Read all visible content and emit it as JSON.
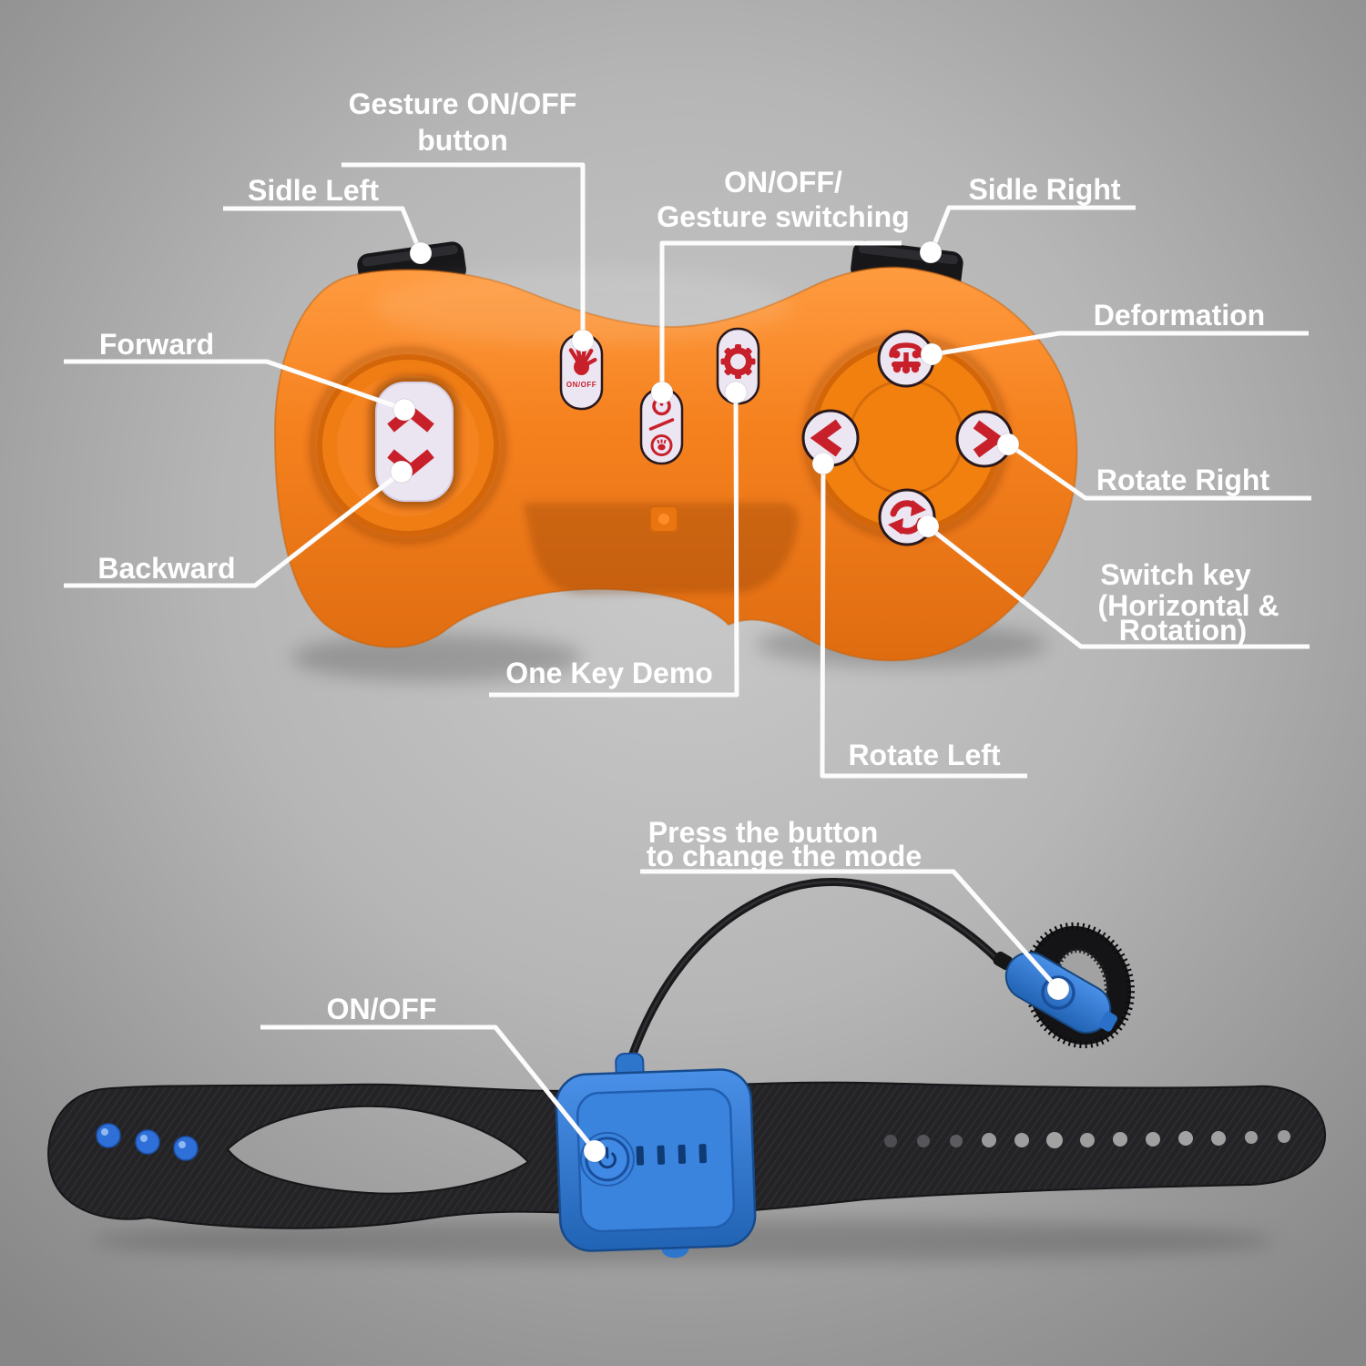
{
  "image_kind": "product-annotation-diagram",
  "colors": {
    "background_gray": "#b4b4b4",
    "controller_orange": "#f5811e",
    "button_face": "#ece6f3",
    "icon_red": "#c8202a",
    "shoulder_black": "#17171a",
    "strap_black": "#232326",
    "band_blue": "#3a84de",
    "label_white": "#ffffff"
  },
  "controller": {
    "buttons": [
      {
        "id": "rocker-forward",
        "icon": "chevron-up-icon"
      },
      {
        "id": "rocker-backward",
        "icon": "chevron-down-icon"
      },
      {
        "id": "gesture-on-off",
        "icon": "hand-icon",
        "sublabel": "ON/OFF"
      },
      {
        "id": "on-off-gesture-switching",
        "icon": "power-slash-hand-icon"
      },
      {
        "id": "one-key-demo",
        "icon": "gear-icon"
      },
      {
        "id": "deformation",
        "icon": "transform-car-icon"
      },
      {
        "id": "rotate-left",
        "icon": "chevron-left-icon"
      },
      {
        "id": "rotate-right",
        "icon": "chevron-right-icon"
      },
      {
        "id": "switch-horizontal-rotation",
        "icon": "cycle-arrows-icon"
      },
      {
        "id": "sidle-left-shoulder",
        "icon": "shoulder-bumper"
      },
      {
        "id": "sidle-right-shoulder",
        "icon": "shoulder-bumper"
      }
    ]
  },
  "wristband": {
    "power_button_icon": "power-icon",
    "mode_clip_icon": "mode-button",
    "strap_dots": 3,
    "strap_holes": 13
  },
  "annotations": [
    {
      "id": "gesture-on-off-button",
      "lines": [
        "Gesture ON/OFF",
        "button"
      ]
    },
    {
      "id": "on-off-gesture-switching",
      "lines": [
        "ON/OFF/",
        "Gesture switching"
      ]
    },
    {
      "id": "sidle-left",
      "lines": [
        "Sidle Left"
      ]
    },
    {
      "id": "forward",
      "lines": [
        "Forward"
      ]
    },
    {
      "id": "backward",
      "lines": [
        "Backward"
      ]
    },
    {
      "id": "sidle-right",
      "lines": [
        "Sidle Right"
      ]
    },
    {
      "id": "deformation",
      "lines": [
        "Deformation"
      ]
    },
    {
      "id": "rotate-right",
      "lines": [
        "Rotate Right"
      ]
    },
    {
      "id": "switch-key",
      "lines": [
        "Switch key",
        "(Horizontal &",
        "Rotation)"
      ]
    },
    {
      "id": "rotate-left",
      "lines": [
        "Rotate Left"
      ]
    },
    {
      "id": "one-key-demo",
      "lines": [
        "One Key Demo"
      ]
    },
    {
      "id": "press-the-button",
      "lines": [
        "Press the button",
        "to change the mode"
      ]
    },
    {
      "id": "on-off",
      "lines": [
        "ON/OFF"
      ]
    }
  ]
}
